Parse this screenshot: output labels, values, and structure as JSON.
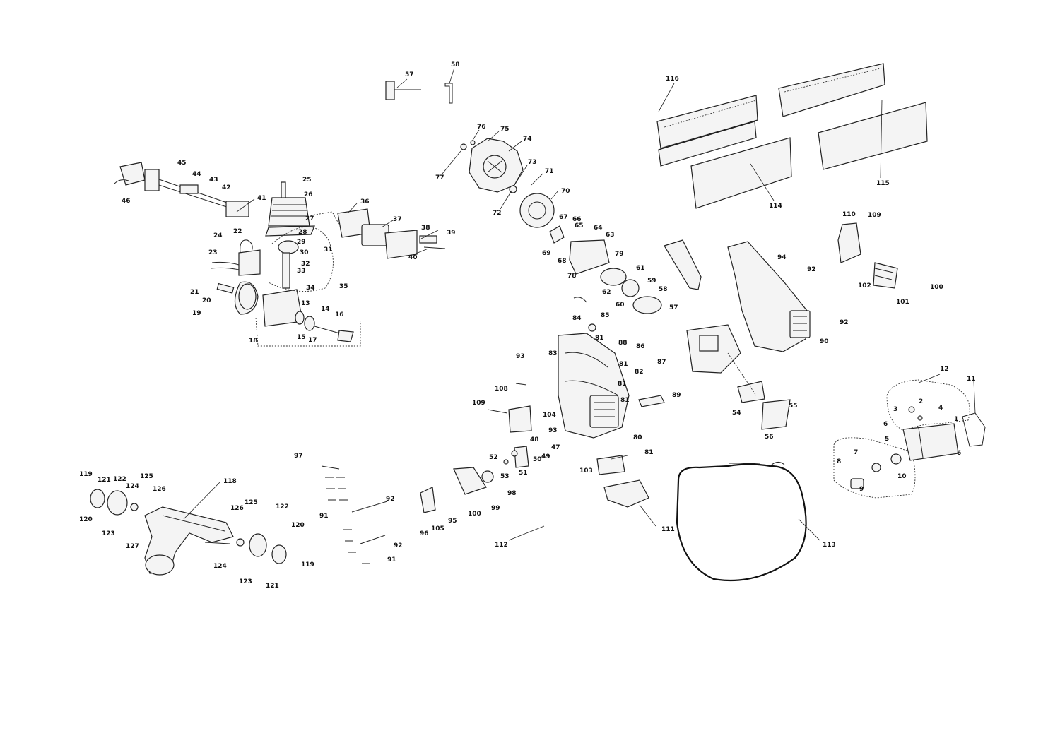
{
  "diagram": {
    "labels": [
      "57",
      "58",
      "76",
      "75",
      "74",
      "77",
      "73",
      "71",
      "70",
      "72",
      "67",
      "66",
      "65",
      "64",
      "63",
      "69",
      "68",
      "79",
      "78",
      "61",
      "59",
      "62",
      "60",
      "58",
      "57",
      "45",
      "44",
      "43",
      "42",
      "46",
      "41",
      "25",
      "26",
      "36",
      "27",
      "28",
      "37",
      "38",
      "39",
      "40",
      "24",
      "22",
      "29",
      "30",
      "31",
      "23",
      "32",
      "33",
      "34",
      "35",
      "21",
      "20",
      "19",
      "13",
      "14",
      "16",
      "18",
      "15",
      "17",
      "116",
      "115",
      "114",
      "110",
      "109",
      "94",
      "92",
      "102",
      "100",
      "101",
      "92",
      "90",
      "84",
      "85",
      "81",
      "88",
      "86",
      "81",
      "82",
      "87",
      "83",
      "93",
      "81",
      "81",
      "89",
      "108",
      "109",
      "104",
      "93",
      "48",
      "47",
      "49",
      "50",
      "52",
      "53",
      "51",
      "80",
      "55",
      "54",
      "56",
      "81",
      "103",
      "98",
      "12",
      "11",
      "2",
      "3",
      "4",
      "1",
      "6",
      "6",
      "5",
      "7",
      "8",
      "10",
      "9",
      "97",
      "92",
      "91",
      "92",
      "91",
      "95",
      "96",
      "105",
      "100",
      "99",
      "112",
      "111",
      "113",
      "119",
      "121",
      "122",
      "125",
      "124",
      "126",
      "118",
      "120",
      "123",
      "127",
      "126",
      "125",
      "122",
      "120",
      "124",
      "123",
      "121",
      "119"
    ]
  }
}
